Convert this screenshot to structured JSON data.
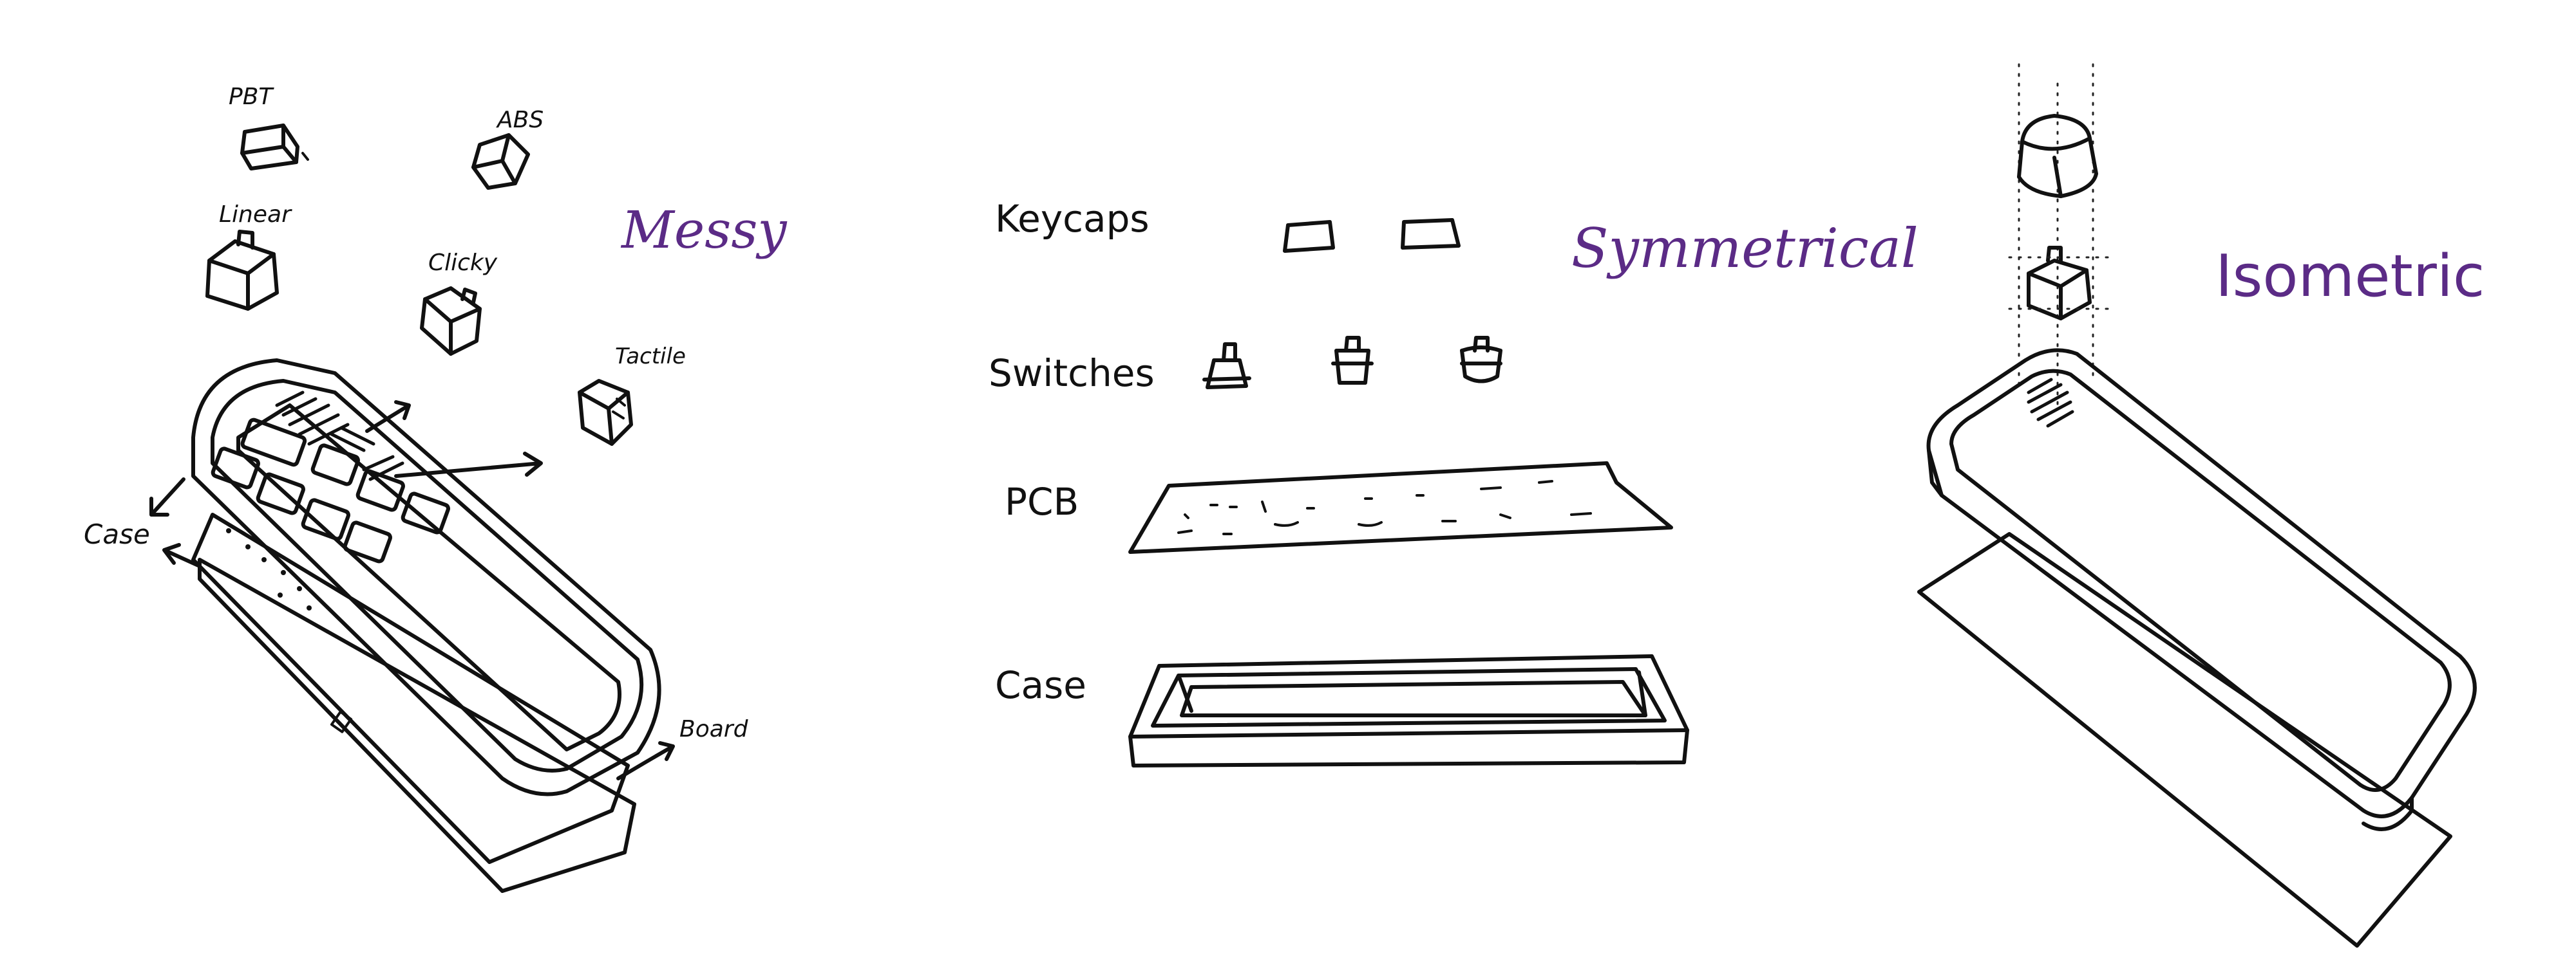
{
  "styles": {
    "messy": "Messy",
    "symmetrical": "Symmetrical",
    "isometric": "Isometric"
  },
  "messy_labels": {
    "pbt": "PBT",
    "abs": "ABS",
    "linear": "Linear",
    "clicky": "Clicky",
    "tactile": "Tactile",
    "case": "Case",
    "board": "Board"
  },
  "symmetrical_labels": {
    "keycaps": "Keycaps",
    "switches": "Switches",
    "pcb": "PCB",
    "case": "Case"
  },
  "colors": {
    "ink": "#111111",
    "accent": "#5b2b86"
  }
}
